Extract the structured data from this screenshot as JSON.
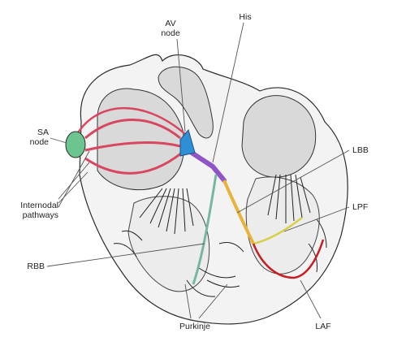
{
  "labels": {
    "sa_node": [
      "SA",
      "node"
    ],
    "av_node": [
      "AV",
      "node"
    ],
    "his": "His",
    "lbb": "LBB",
    "lpf": "LPF",
    "internodal": [
      "Internodal",
      "pathways"
    ],
    "rbb": "RBB",
    "purkinje": "Purkinje",
    "laf": "LAF"
  },
  "colors": {
    "sa_node": "#6cc58f",
    "internodal_pathways": "#d8465f",
    "av_node": "#2f8fd6",
    "bundle_of_his": "#8f55c8",
    "lbb": "#e8b33a",
    "lpf": "#d7cf4a",
    "rbb": "#77b7a0",
    "laf": "#c81e23"
  }
}
